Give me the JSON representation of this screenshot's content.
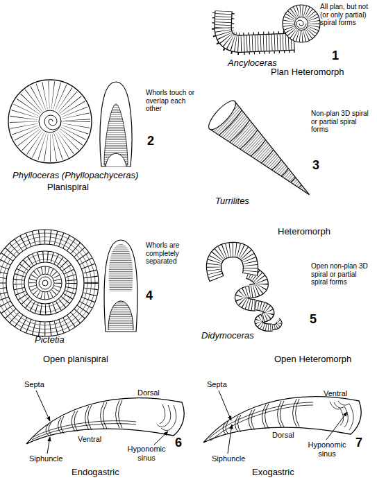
{
  "diagram": {
    "labels": [
      "All plan, but not (or only partial) spiral forms",
      "Ancyloceras",
      "1",
      "Plan Heteromorph",
      "Whorls touch or overlap each other",
      "2",
      "Phylloceras (Phyllopachyceras)",
      "Planispiral",
      "Non-plan 3D spiral or partial spiral forms",
      "3",
      "Turrilites",
      "Heteromorph",
      "Whorls are completely separated",
      "4",
      "Pictetia",
      "Open planispiral",
      "Open non-plan 3D spiral or partial spiral forms",
      "5",
      "Didymoceras",
      "Open Heteromorph",
      "Septa",
      "Dorsal",
      "Ventral",
      "Siphuncle",
      "Hyponomic sinus",
      "6",
      "Endogastric",
      "Septa",
      "Ventral",
      "Dorsal",
      "Siphuncle",
      "Hyponomic sinus",
      "7",
      "Exogastric"
    ]
  }
}
